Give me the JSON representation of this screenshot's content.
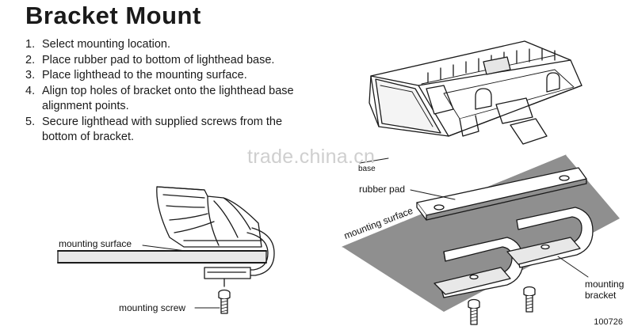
{
  "title": "Bracket Mount",
  "steps": [
    {
      "num": "1.",
      "text": "Select mounting location."
    },
    {
      "num": "2.",
      "text": "Place rubber pad to bottom of lighthead base."
    },
    {
      "num": "3.",
      "text": "Place lighthead to the mounting surface."
    },
    {
      "num": "4.",
      "text": "Align top holes of bracket onto the lighthead base alignment points."
    },
    {
      "num": "5.",
      "text": "Secure lighthead with supplied screws from the bottom of bracket."
    }
  ],
  "labels": {
    "mounting_surface_left": "mounting surface",
    "mounting_screw": "mounting screw",
    "base": "base",
    "rubber_pad": "rubber pad",
    "mounting_surface_right": "mounting surface",
    "mounting_bracket": "mounting\nbracket"
  },
  "watermark": "trade.china.cn",
  "part_code": "100726"
}
